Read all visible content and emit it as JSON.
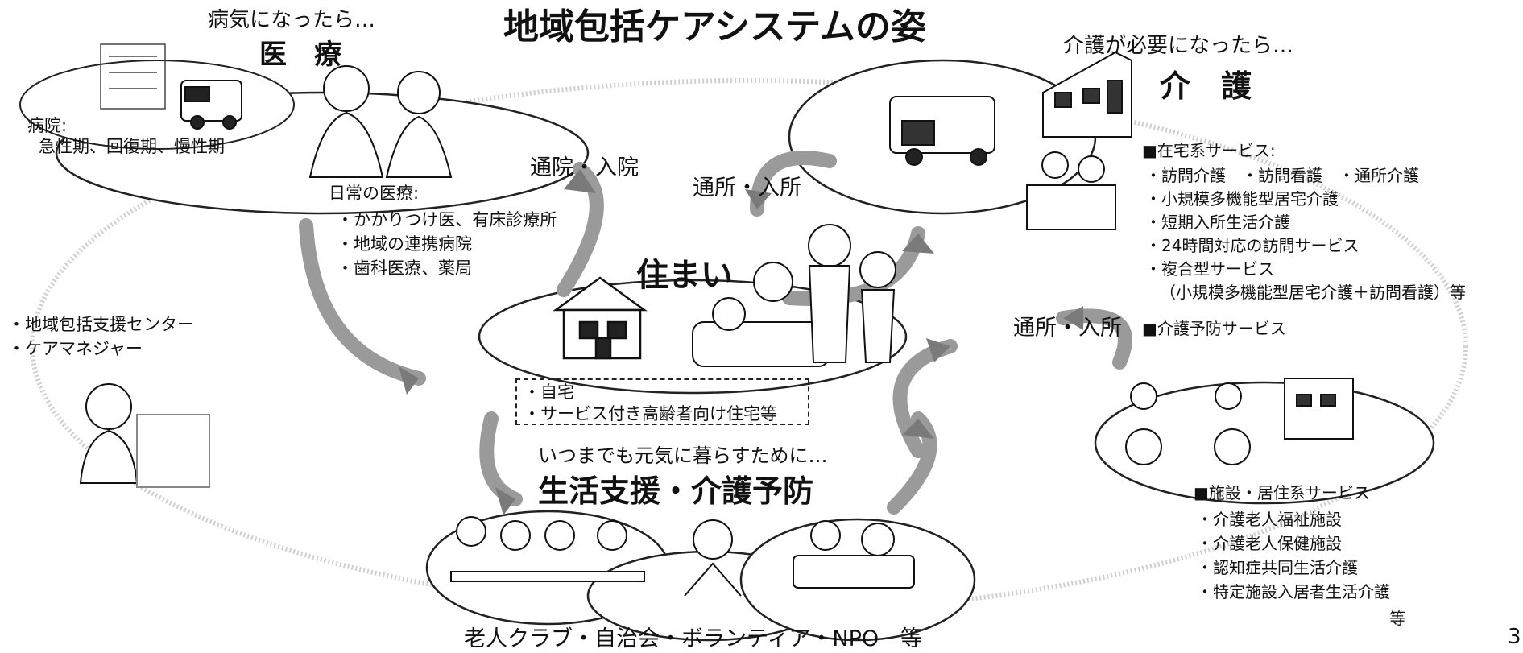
{
  "title": "地域包括ケアシステムの姿",
  "medical": {
    "lead": "病気になったら…",
    "heading": "医　療",
    "hospital": [
      "病院:",
      "急性期、回復期、慢性期"
    ],
    "daily_title": "日常の医療:",
    "daily_items": [
      "・かかりつけ医、有床診療所",
      "・地域の連携病院",
      "・歯科医療、薬局"
    ]
  },
  "care": {
    "lead": "介護が必要になったら…",
    "heading": "介　護",
    "home_services_title": "■在宅系サービス:",
    "home_services": [
      "・訪問介護　・訪問看護　・通所介護",
      "・小規模多機能型居宅介護",
      "・短期入所生活介護",
      "・24時間対応の訪問サービス",
      "・複合型サービス",
      "（小規模多機能型居宅介護＋訪問看護）等"
    ],
    "prevention": "■介護予防サービス",
    "facility_title": "■施設・居住系サービス",
    "facility_items": [
      "・介護老人福祉施設",
      "・介護老人保健施設",
      "・認知症共同生活介護",
      "・特定施設入居者生活介護"
    ],
    "facility_suffix": "等"
  },
  "flows": {
    "hospital_visit": "通院・入院",
    "daycare_upper": "通所・入所",
    "daycare_right": "通所・入所"
  },
  "housing": {
    "heading": "住まい",
    "items": [
      "・自宅",
      "・サービス付き高齢者向け住宅等"
    ]
  },
  "support": {
    "lead": "いつまでも元気に暮らすために…",
    "heading": "生活支援・介護予防",
    "orgs": "老人クラブ・自治会・ボランティア・NPO　等"
  },
  "consult": {
    "items": [
      "・地域包括支援センター",
      "・ケアマネジャー"
    ]
  },
  "page_number": "3"
}
